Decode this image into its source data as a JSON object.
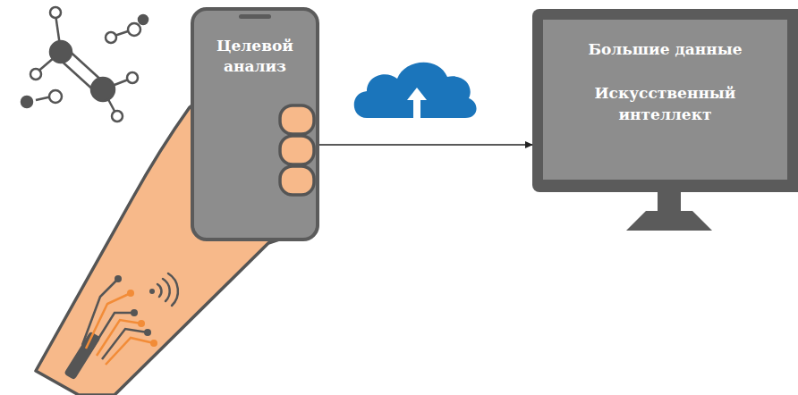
{
  "diagram": {
    "nodes": [
      {
        "text": [
          "Целевой анализ"
        ]
      },
      {
        "text": [
          "Большие данные",
          "Искусственный интеллект"
        ]
      }
    ],
    "edges": [
      {
        "from": 0,
        "to": 1,
        "arrow": "to"
      }
    ]
  }
}
